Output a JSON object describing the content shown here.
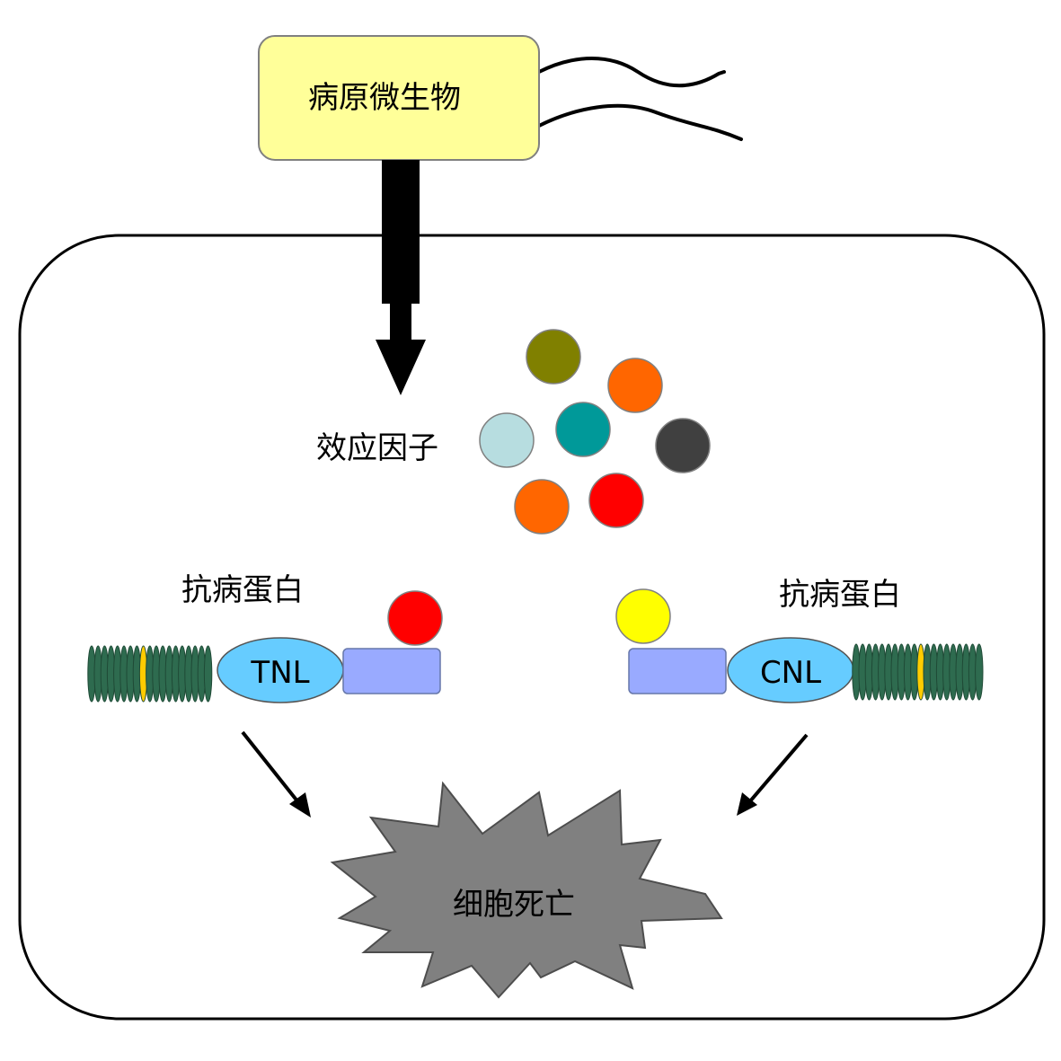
{
  "pathogen": {
    "label": "病原微生物",
    "fill": "#FFFF99"
  },
  "effectors": {
    "label": "效应因子",
    "colors": [
      "#808000",
      "#FF6600",
      "#B7DDE0",
      "#009999",
      "#404040",
      "#FF6600",
      "#FF0000"
    ]
  },
  "left_protein": {
    "label": "抗病蛋白",
    "domain_label": "TNL",
    "bound_ligand_color": "#FF0000"
  },
  "right_protein": {
    "label": "抗病蛋白",
    "domain_label": "CNL",
    "bound_ligand_color": "#FFFF00"
  },
  "outcome": {
    "label": "细胞死亡"
  },
  "colors": {
    "oval": "#66CCFF",
    "block": "#99AAFF",
    "coil": "#2E6B4F",
    "coil_mark": "#FFCC00",
    "burst": "#808080",
    "arrow": "#000000"
  }
}
